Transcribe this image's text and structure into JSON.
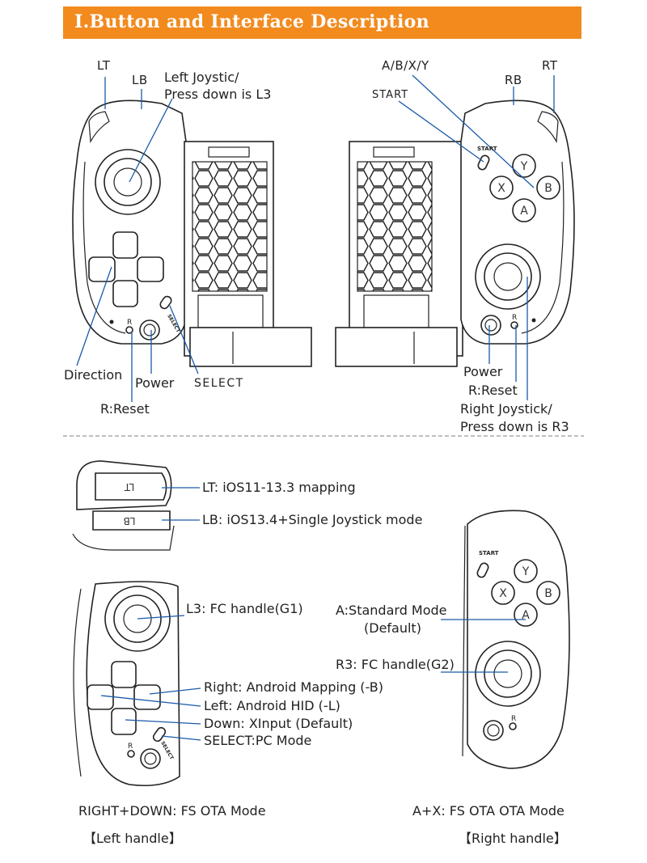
{
  "header": {
    "title": "Ⅰ.Button and Interface Description"
  },
  "top_left_labels": {
    "lt": "LT",
    "lb": "LB",
    "left_joystick_line1": "Left Joystic/",
    "left_joystick_line2": "Press down is L3",
    "direction": "Direction",
    "power": "Power",
    "select": "SELECT",
    "reset": "R:Reset"
  },
  "top_right_labels": {
    "abxy": "A/B/X/Y",
    "rt": "RT",
    "rb": "RB",
    "start": "START",
    "power": "Power",
    "reset": "R:Reset",
    "right_joystick_line1": "Right Joystick/",
    "right_joystick_line2": "Press down is R3"
  },
  "controller_marks": {
    "start_mark": "START",
    "select_mark": "SELECT",
    "reset_mark": "R",
    "lt_key": "LT",
    "lb_key": "LB",
    "y": "Y",
    "x": "X",
    "b": "B",
    "a": "A"
  },
  "mode_labels": {
    "lt_mapping": "LT: iOS11-13.3 mapping",
    "lb_mode": "LB: iOS13.4+Single Joystick mode",
    "l3_mode": "L3: FC handle(G1)",
    "a_mode_line1": "A:Standard Mode",
    "a_mode_line2": "(Default)",
    "r3_mode": "R3: FC handle(G2)",
    "right_mode": "Right: Android Mapping  (-B)",
    "left_mode": "Left: Android HID  (-L)",
    "down_mode": "Down: XInput  (Default)",
    "select_mode": "SELECT:PC Mode"
  },
  "footer": {
    "left_ota": "RIGHT+DOWN:  FS OTA Mode",
    "right_ota": "A+X:  FS OTA OTA Mode",
    "left_caption": "【Left handle】",
    "right_caption": "【Right handle】"
  },
  "colors": {
    "accent": "#f28a1e",
    "leader": "#1a5aa8",
    "divider": "#999999"
  }
}
